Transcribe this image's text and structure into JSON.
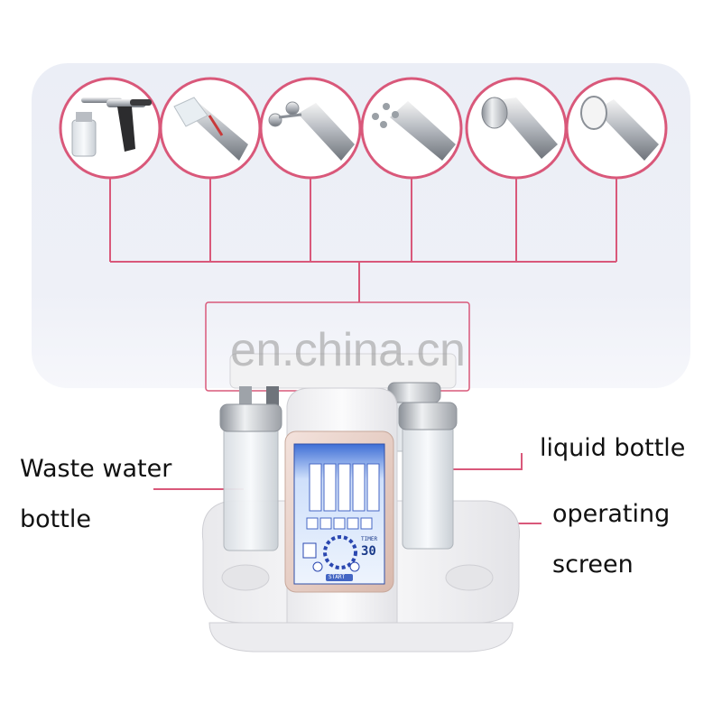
{
  "labels": {
    "waste_line1": "Waste water",
    "waste_line2": "bottle",
    "liquid": "liquid bottle",
    "operating_line1": "operating",
    "operating_line2": "screen"
  },
  "watermark": "en.china.cn",
  "device_screen": {
    "timer_label": "TIMER",
    "timer_value": "30",
    "start_label": "START"
  },
  "colors": {
    "connector": "#d9587a",
    "circle_border": "#d9587a",
    "band": "#eceff6"
  },
  "handpieces": [
    {
      "name": "spray-gun"
    },
    {
      "name": "aqua-peel-tip"
    },
    {
      "name": "roller-head"
    },
    {
      "name": "multi-probe-head"
    },
    {
      "name": "flat-head"
    },
    {
      "name": "ultrasound-head"
    }
  ]
}
